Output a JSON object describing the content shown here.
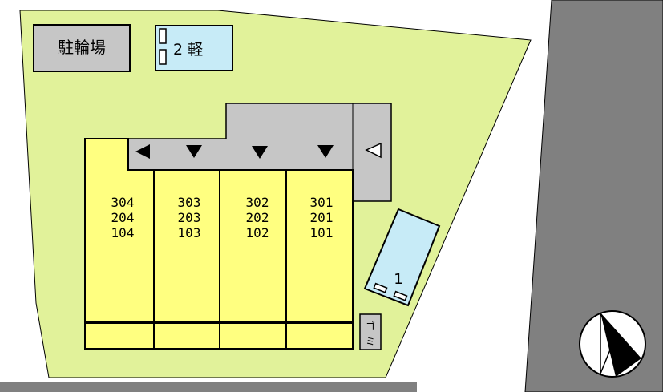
{
  "bicycle_parking": {
    "label": "駐輪場"
  },
  "light_parking": {
    "label": "2 軽"
  },
  "parking_1": {
    "label": "1"
  },
  "garbage": {
    "label_top": "ゴ",
    "label_bottom": "ミ"
  },
  "units": [
    {
      "floor3": "304",
      "floor2": "204",
      "floor1": "104"
    },
    {
      "floor3": "303",
      "floor2": "203",
      "floor1": "103"
    },
    {
      "floor3": "302",
      "floor2": "202",
      "floor1": "102"
    },
    {
      "floor3": "301",
      "floor2": "201",
      "floor1": "101"
    }
  ],
  "colors": {
    "site": "#e1f29a",
    "road": "#808080",
    "building": "#ffff80",
    "corridor": "#c6c6c6",
    "parking": "#c7ebf7",
    "outline": "#000000"
  }
}
